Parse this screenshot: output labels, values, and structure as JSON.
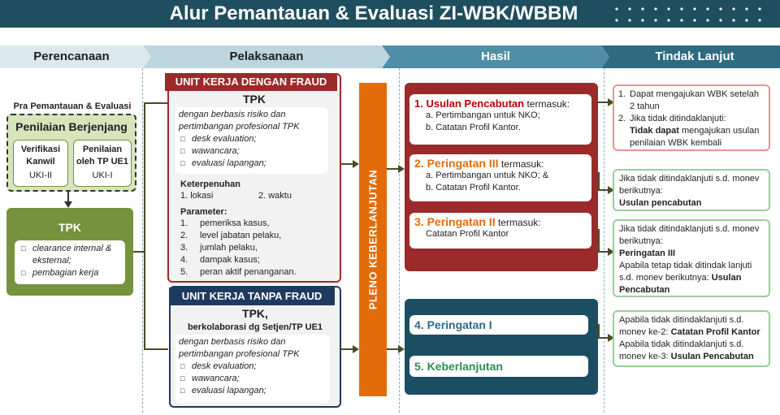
{
  "title": "Alur Pemantauan & Evaluasi ZI-WBK/WBBM",
  "phases": [
    "Perencanaan",
    "Pelaksanaan",
    "Hasil",
    "Tindak Lanjut"
  ],
  "perencanaan": {
    "pre_label": "Pra Pemantauan & Evaluasi",
    "penilaian_title": "Penilaian Berjenjang",
    "col1_title": "Verifikasi Kanwil",
    "col1_sub": "UKI-II",
    "col2_title": "Penilaian oleh TP UE1",
    "col2_sub": "UKI-I",
    "tpk_title": "TPK",
    "tpk_items": [
      "clearance internal & eksternal;",
      "pembagian kerja"
    ]
  },
  "pelaksanaan": {
    "fraud_header": "UNIT KERJA DENGAN FRAUD",
    "fraud_tpk": "TPK",
    "fraud_intro": "dengan berbasis risiko dan pertimbangan profesional TPK",
    "fraud_items": [
      "desk evaluation;",
      "wawancara;",
      "evaluasi lapangan;"
    ],
    "keterpenuhan_label": "Keterpenuhan",
    "keterpenuhan_1": "1. lokasi",
    "keterpenuhan_2": "2. waktu",
    "parameter_label": "Parameter:",
    "parameter_items": [
      {
        "n": "1.",
        "t": "pemeriksa kasus,"
      },
      {
        "n": "2.",
        "t": "level jabatan pelaku,"
      },
      {
        "n": "3.",
        "t": "jumlah pelaku,"
      },
      {
        "n": "4.",
        "t": "dampak kasus;"
      },
      {
        "n": "5.",
        "t": "peran aktif penanganan."
      }
    ],
    "nofraud_header": "UNIT KERJA TANPA FRAUD",
    "nofraud_tpk": "TPK,",
    "nofraud_collab": "berkolaborasi dg Setjen/TP UE1",
    "nofraud_intro": "dengan berbasis risiko dan pertimbangan profesional TPK",
    "nofraud_items": [
      "desk evaluation;",
      "wawancara;",
      "evaluasi lapangan;"
    ]
  },
  "pleno": "PLENO KEBERLANJUTAN",
  "hasil": {
    "h1_title": "1. Usulan Pencabutan",
    "h1_suffix": "termasuk:",
    "h1_a": "a.  Pertimbangan untuk NKO;",
    "h1_b": "b.  Catatan Profil Kantor.",
    "h2_title": "2. Peringatan III",
    "h2_suffix": "termasuk:",
    "h2_a": "a.  Pertimbangan untuk NKO; &",
    "h2_b": "b.  Catatan Profil Kantor.",
    "h3_title": "3. Peringatan II",
    "h3_suffix": "termasuk:",
    "h3_a": "Catatan Profil Kantor",
    "h4": "4. Peringatan I",
    "h5": "5. Keberlanjutan"
  },
  "tindak": {
    "t1_1n": "1.",
    "t1_1": "Dapat mengajukan WBK setelah 2 tahun",
    "t1_2n": "2.",
    "t1_2a": "Jika tidak ditindaklanjuti:",
    "t1_2b": "Tidak dapat",
    "t1_2c": "mengajukan usulan penilaian WBK kembali",
    "t2_a": "Jika tidak ditindaklanjuti s.d. monev berikutnya:",
    "t2_b": "Usulan pencabutan",
    "t3_a": "Jika tidak ditindaklanjuti s.d. monev berikutnya:",
    "t3_b": "Peringatan III",
    "t3_c": "Apabila tetap tidak ditindak lanjuti s.d. monev berikutnya:",
    "t3_d": "Usulan Pencabutan",
    "t4_a": "Apabila tidak ditindaklanjuti s.d. monev ke-2:",
    "t4_b": "Catatan Profil Kantor",
    "t4_c": "Apabila tidak ditindaklanjuti s.d. monev ke-3:",
    "t4_d": "Usulan Pencabutan"
  },
  "colors": {
    "banner": "#1f4e5f",
    "green": "#76923c",
    "red": "#9c2a2a",
    "navy": "#1f3a5f",
    "orange": "#e36c0a",
    "teal": "#1c4e63"
  }
}
